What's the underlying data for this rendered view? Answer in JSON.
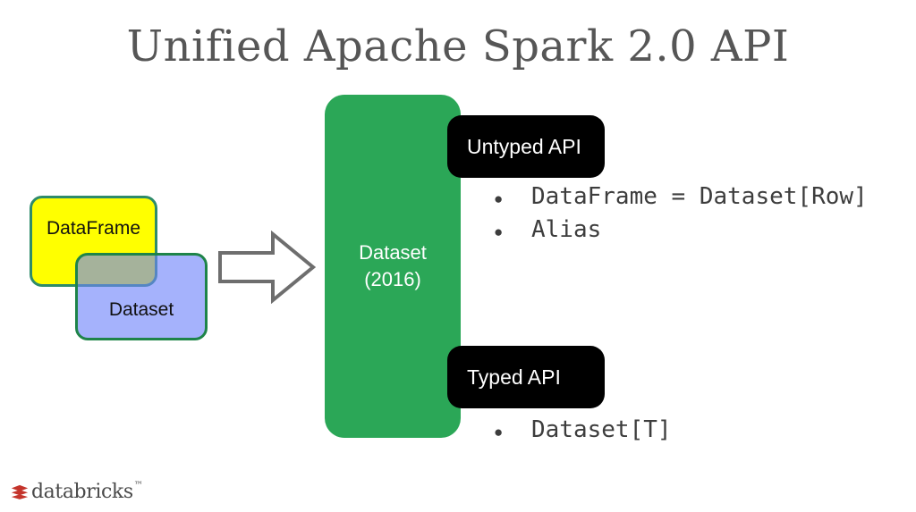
{
  "slide": {
    "title": "Unified Apache Spark 2.0 API",
    "background_color": "#FFFFFF",
    "title_color": "#565656"
  },
  "venn": {
    "dataframe": {
      "label": "DataFrame",
      "fill_color": "#FFFF00",
      "border_color": "#2E8B6A"
    },
    "dataset": {
      "label": "Dataset",
      "fill_color": "#6E82FA",
      "border_color": "#1E8449"
    }
  },
  "arrow": {
    "icon": "arrow-right-icon",
    "fill_color": "#FFFFFF",
    "stroke_color": "#6E6E6E"
  },
  "pillar": {
    "line1": "Dataset",
    "line2": "(2016)",
    "fill_color": "#2BA757",
    "text_color": "#FFFFFF"
  },
  "untyped": {
    "pill_label": "Untyped API",
    "pill_color": "#000000",
    "bullets": [
      "DataFrame = Dataset[Row]",
      "Alias"
    ]
  },
  "typed": {
    "pill_label": "Typed API",
    "pill_color": "#000000",
    "bullets": [
      "Dataset[T]"
    ]
  },
  "footer": {
    "logo_mark_icon": "databricks-stacked-bricks-icon",
    "logo_mark_color": "#C4342B",
    "wordmark": "databricks",
    "trademark": "™"
  }
}
